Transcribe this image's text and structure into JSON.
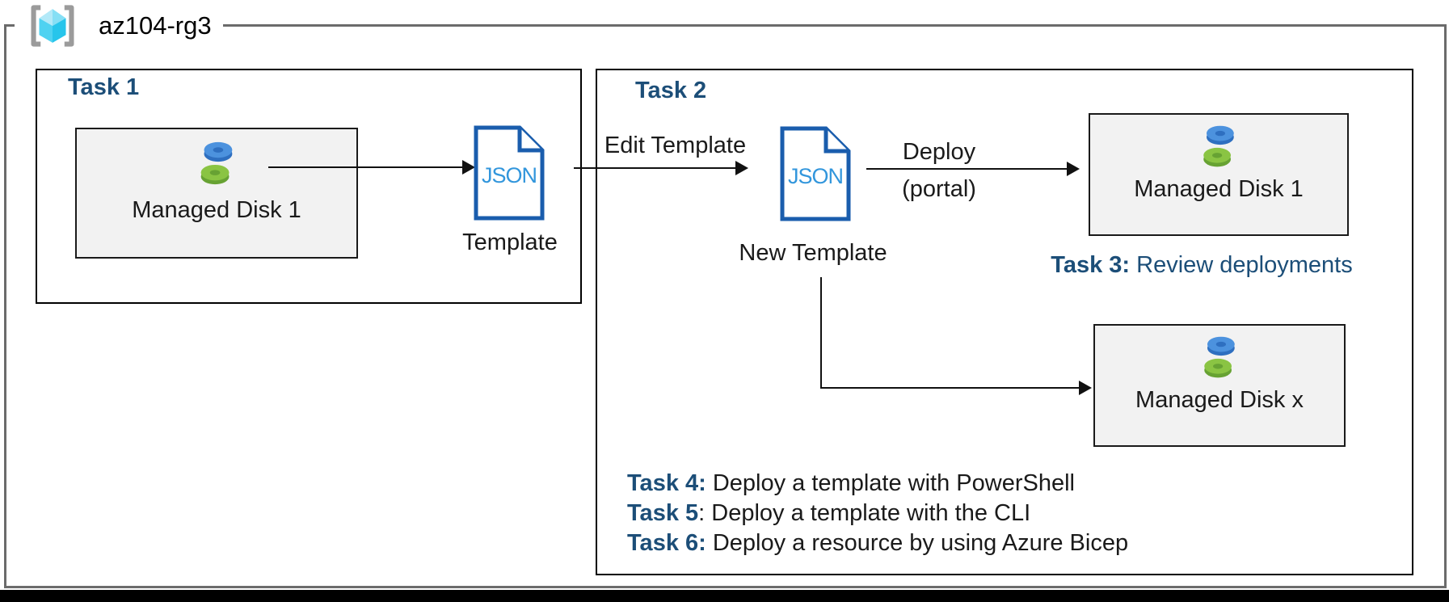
{
  "resource_group": {
    "name": "az104-rg3",
    "icon": "azure-resource-group"
  },
  "task1": {
    "title": "Task 1",
    "disk_box": {
      "label": "Managed Disk 1",
      "icon": "managed-disk"
    },
    "template": {
      "file_label": "JSON",
      "caption": "Template",
      "icon": "json-file"
    }
  },
  "task2": {
    "title": "Task 2",
    "edit_arrow_label": "Edit Template",
    "new_template": {
      "file_label": "JSON",
      "caption": "New Template",
      "icon": "json-file"
    },
    "deploy_label_line1": "Deploy",
    "deploy_label_line2": "(portal)",
    "disk_box_1": {
      "label": "Managed Disk 1",
      "icon": "managed-disk"
    },
    "disk_box_x": {
      "label": "Managed Disk x",
      "icon": "managed-disk"
    },
    "task3": {
      "prefix": "Task 3:",
      "text": " Review deployments"
    },
    "tasks": [
      {
        "prefix": "Task 4:",
        "text": " Deploy a template with PowerShell"
      },
      {
        "prefix": "Task 5",
        "text": ": Deploy a template with the CLI"
      },
      {
        "prefix": "Task 6:",
        "text": " Deploy a resource by using Azure Bicep"
      }
    ]
  },
  "colors": {
    "heading_blue": "#1C4E78",
    "json_border_blue": "#1A5DAD",
    "json_text_blue": "#3296DC",
    "disk_blue": "#4C92DE",
    "disk_green": "#8AC443",
    "rg_cube_cyan": "#4FD2F1",
    "frame_gray": "#6B6B6B",
    "box_fill_gray": "#F2F2F2"
  }
}
